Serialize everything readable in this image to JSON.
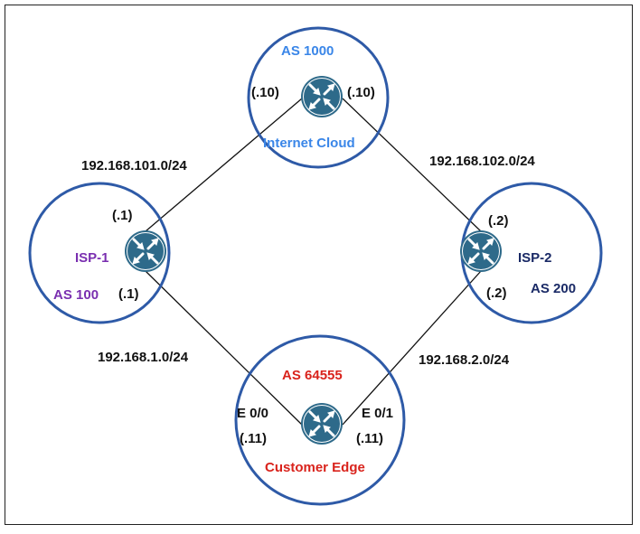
{
  "colors": {
    "circle_stroke": "#2e5aa7",
    "link": "#111111",
    "router_fill": "#2e6a8a",
    "router_border": "#ffffff",
    "internet": "#3a86e8",
    "isp1": "#7a2fb0",
    "isp2": "#1a2a66",
    "customer": "#d9231c",
    "text": "#111111"
  },
  "routers": [
    {
      "id": "internet",
      "icon": "router-icon"
    },
    {
      "id": "isp1",
      "icon": "router-icon"
    },
    {
      "id": "isp2",
      "icon": "router-icon"
    },
    {
      "id": "customer",
      "icon": "router-icon"
    }
  ],
  "internet_cloud": {
    "as_label": "AS 1000",
    "name": "Internet Cloud",
    "left_ip": "(.10)",
    "right_ip": "(.10)"
  },
  "isp1": {
    "name": "ISP-1",
    "as_label": "AS 100",
    "top_ip": "(.1)",
    "bottom_ip": "(.1)"
  },
  "isp2": {
    "name": "ISP-2",
    "as_label": "AS 200",
    "top_ip": "(.2)",
    "bottom_ip": "(.2)"
  },
  "customer_edge": {
    "as_label": "AS 64555",
    "name": "Customer Edge",
    "left_if": "E 0/0",
    "left_ip": "(.11)",
    "right_if": "E 0/1",
    "right_ip": "(.11)"
  },
  "subnets": {
    "isp1_internet": "192.168.101.0/24",
    "isp2_internet": "192.168.102.0/24",
    "isp1_customer": "192.168.1.0/24",
    "isp2_customer": "192.168.2.0/24"
  }
}
